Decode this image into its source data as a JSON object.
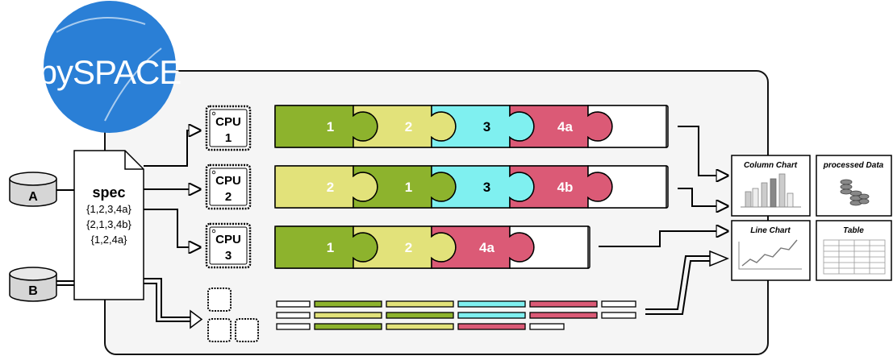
{
  "logo": {
    "text": "pySPACE"
  },
  "datasets": [
    {
      "label": "A"
    },
    {
      "label": "B"
    }
  ],
  "spec": {
    "title": "spec",
    "lines": [
      "{1,2,3,4a}",
      "{2,1,3,4b}",
      "{1,2,4a}"
    ]
  },
  "cpus": [
    {
      "label": "CPU",
      "index": "1"
    },
    {
      "label": "CPU",
      "index": "2"
    },
    {
      "label": "CPU",
      "index": "3"
    }
  ],
  "pipelines": [
    {
      "nodes": [
        {
          "label": "1",
          "color": "#8db32d"
        },
        {
          "label": "2",
          "color": "#e2e27a"
        },
        {
          "label": "3",
          "color": "#7ff0f0"
        },
        {
          "label": "4a",
          "color": "#db5a76"
        }
      ]
    },
    {
      "nodes": [
        {
          "label": "2",
          "color": "#e2e27a"
        },
        {
          "label": "1",
          "color": "#8db32d"
        },
        {
          "label": "3",
          "color": "#7ff0f0"
        },
        {
          "label": "4b",
          "color": "#db5a76"
        }
      ]
    },
    {
      "nodes": [
        {
          "label": "1",
          "color": "#8db32d"
        },
        {
          "label": "2",
          "color": "#e2e27a"
        },
        {
          "label": "4a",
          "color": "#db5a76"
        }
      ]
    }
  ],
  "outputs": [
    {
      "title": "Column Chart"
    },
    {
      "title": "processed Data"
    },
    {
      "title": "Line Chart"
    },
    {
      "title": "Table"
    }
  ],
  "colors": {
    "node1": "#8db32d",
    "node2": "#e2e27a",
    "node3": "#7ff0f0",
    "node4": "#db5a76",
    "logo": "#2a7fd6",
    "frame": "#111111"
  }
}
